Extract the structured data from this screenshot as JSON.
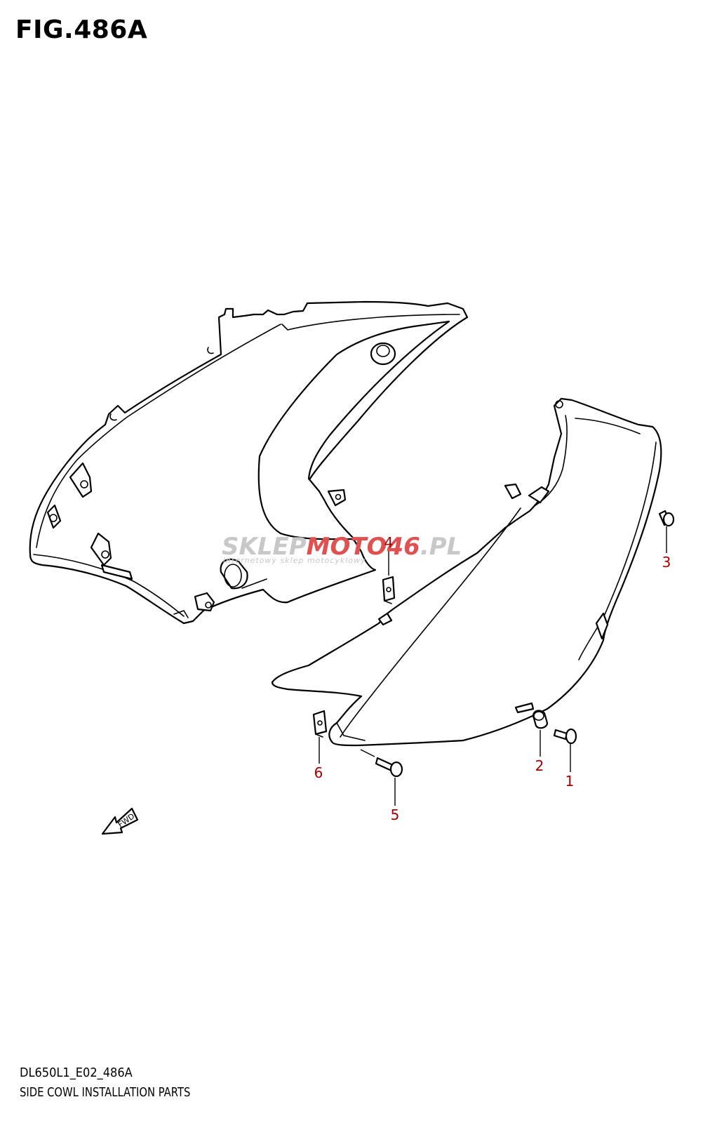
{
  "figure": {
    "title": "FIG.486A",
    "code": "DL650L1_E02_486A",
    "description": "SIDE COWL INSTALLATION PARTS"
  },
  "callouts": [
    {
      "id": "1",
      "label": "1"
    },
    {
      "id": "2",
      "label": "2"
    },
    {
      "id": "3",
      "label": "3"
    },
    {
      "id": "4",
      "label": "4"
    },
    {
      "id": "5",
      "label": "5"
    },
    {
      "id": "6",
      "label": "6"
    }
  ],
  "fwd_arrow": {
    "label": "FWD"
  },
  "watermark": {
    "text_part1": "SKLEP",
    "text_part2": "MOTO",
    "text_part3": "46",
    "text_part4": ".PL",
    "subtitle": "internetowy sklep motocyklowy"
  },
  "colors": {
    "callout": "#a40000",
    "line": "#000000",
    "watermark_gray": "#c8c8c8",
    "watermark_red": "#e05050"
  }
}
